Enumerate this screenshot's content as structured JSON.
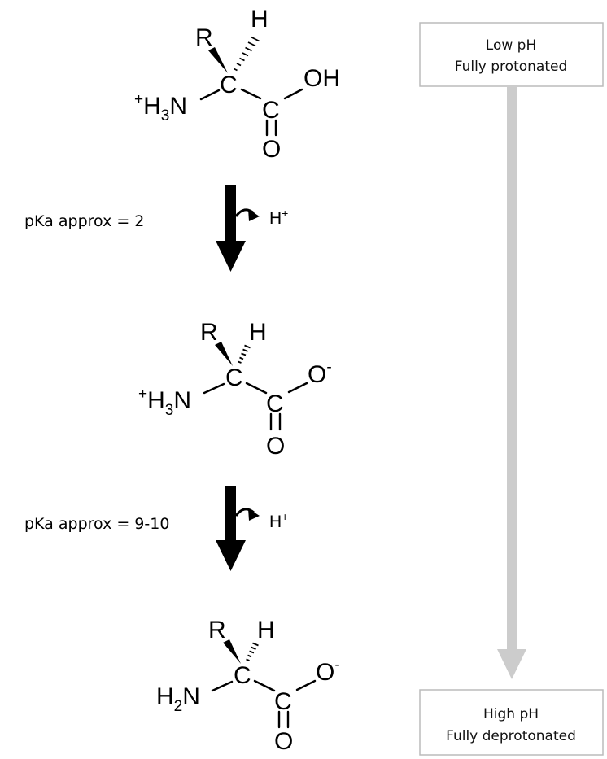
{
  "ph_scale": {
    "low": {
      "line1": "Low pH",
      "line2": "Fully protonated"
    },
    "high": {
      "line1": "High pH",
      "line2": "Fully deprotonated"
    }
  },
  "steps": [
    {
      "label": "pKa approx = 2",
      "leaving": "H",
      "leaving_charge": "+"
    },
    {
      "label": "pKa approx = 9-10",
      "leaving": "H",
      "leaving_charge": "+"
    }
  ],
  "molecules": [
    {
      "r": "R",
      "h": "H",
      "center": "C",
      "amine": {
        "prefix": "+",
        "text": "H",
        "sub": "3",
        "n": "N"
      },
      "carbonyl_c": "C",
      "carbonyl_o": "O",
      "oxygen": "OH",
      "oxygen_charge": ""
    },
    {
      "r": "R",
      "h": "H",
      "center": "C",
      "amine": {
        "prefix": "+",
        "text": "H",
        "sub": "3",
        "n": "N"
      },
      "carbonyl_c": "C",
      "carbonyl_o": "O",
      "oxygen": "O",
      "oxygen_charge": "-"
    },
    {
      "r": "R",
      "h": "H",
      "center": "C",
      "amine": {
        "prefix": "",
        "text": "H",
        "sub": "2",
        "n": "N"
      },
      "carbonyl_c": "C",
      "carbonyl_o": "O",
      "oxygen": "O",
      "oxygen_charge": "-"
    }
  ],
  "colors": {
    "ink": "#000000",
    "scale_arrow": "#cccccc",
    "box_border": "#bbbbbb"
  }
}
